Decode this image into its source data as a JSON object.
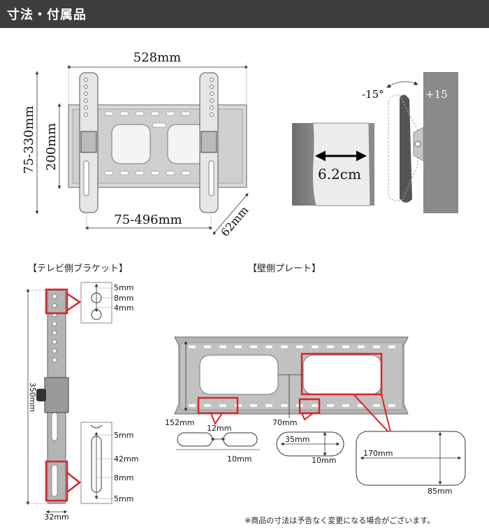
{
  "header": {
    "title": "寸法・付属品"
  },
  "mount_diagram": {
    "width": "528mm",
    "height_range": "75-330mm",
    "inner_height": "200mm",
    "width_range": "75-496mm",
    "depth": "62mm"
  },
  "depth_diagram": {
    "label": "6.2cm"
  },
  "tilt_diagram": {
    "tilt_minus": "-15°",
    "tilt_plus": "+15"
  },
  "tv_bracket": {
    "title": "【テレビ側ブラケット】",
    "length": "350mm",
    "width": "32mm",
    "top_detail": [
      "5mm",
      "8mm",
      "4mm"
    ],
    "bottom_detail": [
      "5mm",
      "42mm",
      "8mm",
      "5mm"
    ]
  },
  "wall_plate": {
    "title": "【壁側プレート】",
    "dim_152": "152mm",
    "dim_12": "12mm",
    "dim_70": "70mm",
    "dim_10a": "10mm",
    "dim_35": "35mm",
    "dim_10b": "10mm",
    "dim_170": "170mm",
    "dim_85": "85mm"
  },
  "footer_note": "※商品の寸法は予告なく変更になる場合がございます。",
  "colors": {
    "header_bg": "#3d3d3d",
    "highlight": "#d8242a",
    "metal": "#b4b4b4",
    "wall": "#7a7a7a"
  }
}
